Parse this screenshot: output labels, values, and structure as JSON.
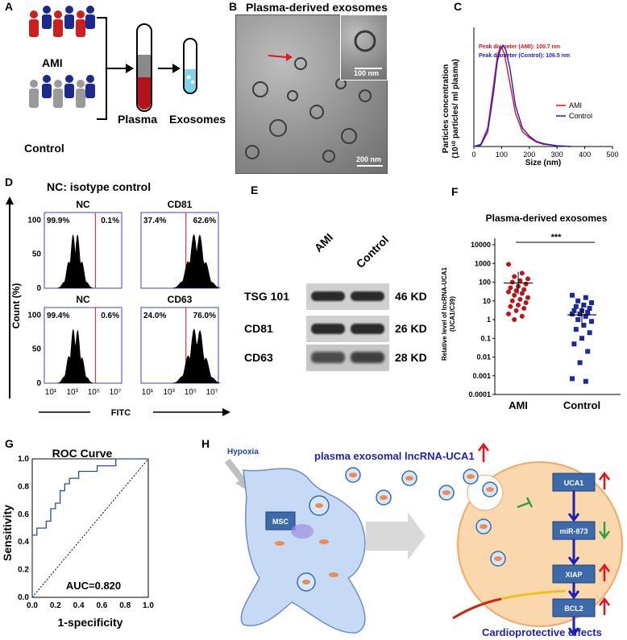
{
  "panels": {
    "A": {
      "label": "A",
      "group1": "AMI",
      "group2": "Control",
      "plasma": "Plasma",
      "exosomes": "Exosomes"
    },
    "B": {
      "label": "B",
      "title": "Plasma-derived exosomes",
      "scale_inset": "100 nm",
      "scale_main": "200 nm"
    },
    "C": {
      "label": "C",
      "peak_ami": "Peak diameter (AMI): 100.7 nm",
      "peak_control": "Peak diameter (Control): 106.5 nm",
      "ylabel_line1": "Particles concentration",
      "ylabel_line2": "(10¹⁰ particles/ ml plasma)",
      "xlabel": "Size (nm)",
      "legend": [
        "AMI",
        "Control"
      ],
      "xticks": [
        "0",
        "100",
        "200",
        "300",
        "400",
        "500"
      ]
    },
    "D": {
      "label": "D",
      "title": "NC: isotype control",
      "ylabel": "Count (%)",
      "xlabel": "FITC",
      "yticks": [
        "0",
        "50",
        "100"
      ],
      "xticks": [
        "10¹",
        "10³",
        "10⁵",
        "10⁷"
      ],
      "plots": [
        {
          "name": "NC",
          "left": "99.9%",
          "right": "0.1%"
        },
        {
          "name": "CD81",
          "left": "37.4%",
          "right": "62.6%"
        },
        {
          "name": "NC",
          "left": "99.4%",
          "right": "0.6%"
        },
        {
          "name": "CD63",
          "left": "24.0%",
          "right": "76.0%"
        }
      ]
    },
    "E": {
      "label": "E",
      "lanes": [
        "AMI",
        "Control"
      ],
      "rows": [
        {
          "protein": "TSG 101",
          "size": "46 KD"
        },
        {
          "protein": "CD81",
          "size": "26 KD"
        },
        {
          "protein": "CD63",
          "size": "28 KD"
        }
      ]
    },
    "F": {
      "label": "F",
      "title": "Plasma-derived exosomes",
      "ylabel_line1": "Relative level of lncRNA-UCA1",
      "ylabel_line2": "(UCA1/C39)",
      "significance": "***",
      "yticks": [
        "10000",
        "1000",
        "100",
        "10",
        "1",
        "0.1",
        "0.01",
        "0.001",
        "0.0001"
      ],
      "groups": [
        "AMI",
        "Control"
      ]
    },
    "G": {
      "label": "G",
      "title": "ROC Curve",
      "ylabel": "Sensitivity",
      "xlabel": "1-specificity",
      "auc": "AUC=0.820",
      "ticks": [
        "0.0",
        "0.2",
        "0.4",
        "0.6",
        "0.8",
        "1.0"
      ]
    },
    "H": {
      "label": "H",
      "hypoxia": "Hypoxia",
      "headline": "plasma exosomal lncRNA-UCA1",
      "msc": "MSC",
      "boxes": [
        "UCA1",
        "miR-873",
        "XIAP",
        "BCL2"
      ],
      "outcome": "Cardioprotective effects"
    }
  },
  "chart_data": [
    {
      "type": "line",
      "panel": "C",
      "xlabel": "Size (nm)",
      "ylabel": "Particles concentration (10¹⁰ particles/ ml plasma)",
      "xlim": [
        0,
        500
      ],
      "series": [
        {
          "name": "AMI",
          "color": "#e8101a",
          "x": [
            0,
            25,
            50,
            70,
            85,
            95,
            100,
            110,
            125,
            150,
            175,
            200,
            225,
            250,
            300,
            350
          ],
          "y": [
            0,
            0.03,
            0.25,
            0.8,
            1.22,
            1.33,
            1.33,
            1.25,
            0.95,
            0.45,
            0.2,
            0.12,
            0.06,
            0.03,
            0.01,
            0
          ]
        },
        {
          "name": "Control",
          "color": "#1d1dd6",
          "x": [
            0,
            25,
            50,
            70,
            85,
            95,
            105,
            115,
            130,
            150,
            175,
            200,
            225,
            250,
            300,
            350
          ],
          "y": [
            0,
            0.02,
            0.2,
            0.7,
            1.15,
            1.3,
            1.36,
            1.3,
            1.05,
            0.55,
            0.25,
            0.14,
            0.07,
            0.04,
            0.01,
            0
          ]
        }
      ]
    },
    {
      "type": "scatter",
      "panel": "F",
      "categories": [
        "AMI",
        "Control"
      ],
      "ylabel": "Relative level of lncRNA-UCA1 (UCA1/C39)",
      "yscale": "log",
      "ylim": [
        0.0001,
        10000
      ],
      "series": [
        {
          "name": "AMI",
          "color": "#b5171d",
          "values": [
            900,
            300,
            200,
            150,
            120,
            100,
            80,
            60,
            50,
            40,
            35,
            30,
            25,
            20,
            15,
            12,
            10,
            8,
            6,
            5,
            4,
            3,
            2,
            1.5,
            1
          ]
        },
        {
          "name": "Control",
          "color": "#1b2a9c",
          "values": [
            20,
            15,
            10,
            8,
            6,
            5,
            4,
            3,
            3,
            2.5,
            2,
            2,
            1.5,
            1,
            0.8,
            0.5,
            0.3,
            0.2,
            0.1,
            0.05,
            0.02,
            0.005,
            0.0007,
            0.0005
          ]
        }
      ],
      "means": {
        "AMI": 90,
        "Control": 1.8
      }
    },
    {
      "type": "line",
      "panel": "G",
      "xlabel": "1-specificity",
      "ylabel": "Sensitivity",
      "xlim": [
        0,
        1
      ],
      "ylim": [
        0,
        1
      ],
      "series": [
        {
          "name": "ROC",
          "color": "#2a4d8f",
          "x": [
            0,
            0,
            0.04,
            0.04,
            0.12,
            0.12,
            0.16,
            0.16,
            0.2,
            0.2,
            0.24,
            0.24,
            0.28,
            0.28,
            0.32,
            0.32,
            0.36,
            0.36,
            0.4,
            0.4,
            0.48,
            0.48,
            0.56,
            0.56,
            0.64,
            0.64,
            0.72,
            0.72,
            0.8,
            0.8,
            1
          ],
          "y": [
            0,
            0.45,
            0.45,
            0.5,
            0.5,
            0.55,
            0.55,
            0.64,
            0.64,
            0.68,
            0.68,
            0.77,
            0.77,
            0.82,
            0.82,
            0.86,
            0.86,
            0.86,
            0.86,
            0.91,
            0.91,
            0.91,
            0.91,
            0.95,
            0.95,
            0.95,
            0.95,
            1,
            1,
            1,
            1
          ]
        }
      ]
    }
  ]
}
